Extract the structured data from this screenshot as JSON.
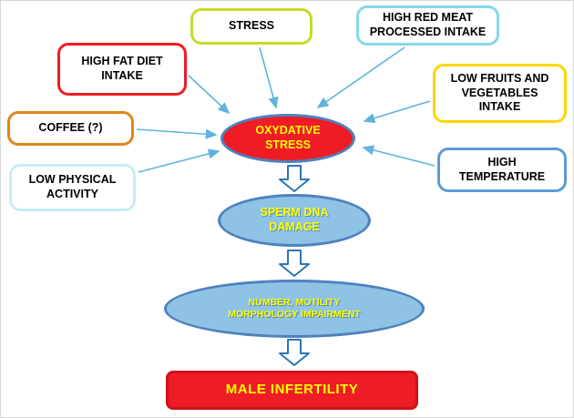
{
  "diagram": {
    "factors": [
      {
        "id": "high-fat-diet",
        "label": "HIGH FAT DIET INTAKE",
        "border_color": "#ee1c25"
      },
      {
        "id": "stress",
        "label": "STRESS",
        "border_color": "#c9da2a"
      },
      {
        "id": "high-red-meat",
        "label": "HIGH RED MEAT PROCESSED INTAKE",
        "border_color": "#86d7e9"
      },
      {
        "id": "low-fruits",
        "label": "LOW FRUITS AND VEGETABLES INTAKE",
        "border_color": "#ffd500"
      },
      {
        "id": "coffee",
        "label": "COFFEE (?)",
        "border_color": "#e0861c"
      },
      {
        "id": "low-physical",
        "label": "LOW PHYSICAL ACTIVITY",
        "border_color": "#c9ecf5"
      },
      {
        "id": "high-temperature",
        "label": "HIGH TEMPERATURE",
        "border_color": "#5b9bd5"
      }
    ],
    "central_node": {
      "label": "OXYDATIVE STRESS",
      "fill": "#ee1c25",
      "border_color": "#4f81bd",
      "text_color": "#ffff00"
    },
    "stages": [
      {
        "label": "SPERM DNA DAMAGE",
        "fill": "#8ec3e6",
        "text_color": "#ffff00"
      },
      {
        "label": "NUMBER, MOTILITY MORPHOLOGY IMPAIRMENT",
        "fill": "#8ec3e6",
        "text_color": "#ffff00"
      }
    ],
    "outcome": {
      "label": "MALE INFERTILITY",
      "fill": "#ee1c25",
      "text_color": "#ffff00"
    },
    "colors": {
      "thin_arrow": "#5fb3dc",
      "block_arrow_border": "#2e75b6",
      "block_arrow_fill": "#ffffff",
      "ellipse_border": "#4f81bd"
    }
  }
}
